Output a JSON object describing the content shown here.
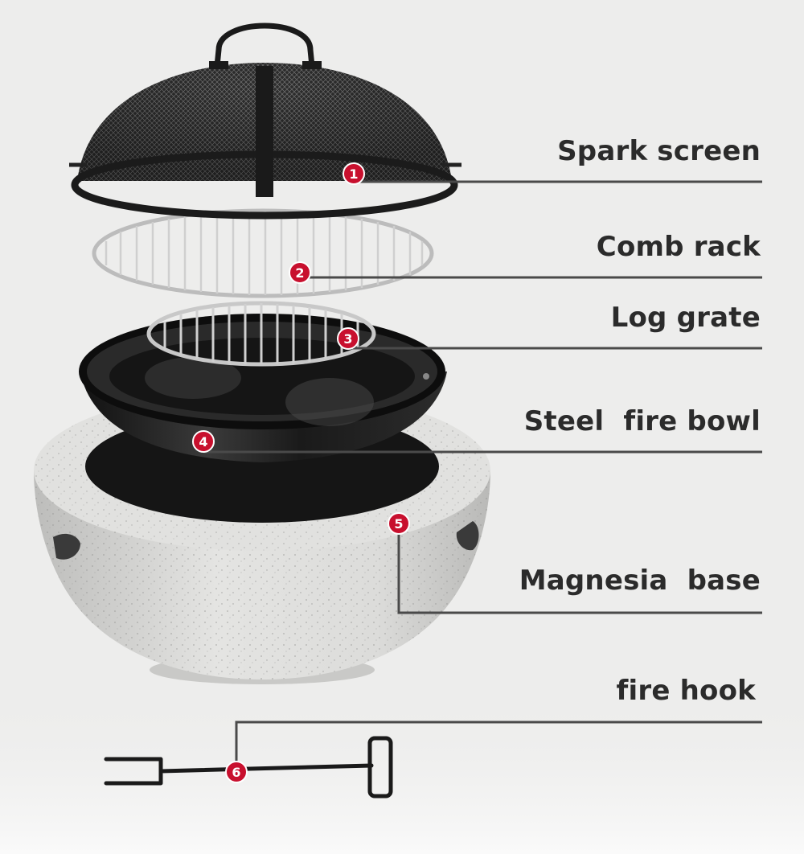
{
  "colors": {
    "background": "#ededec",
    "marker": "#c8102e",
    "leader_line": "#4a4a4a",
    "label_text": "#2b2b2b"
  },
  "parts": [
    {
      "number": "1",
      "label": "Spark screen"
    },
    {
      "number": "2",
      "label": "Comb rack"
    },
    {
      "number": "3",
      "label": "Log grate"
    },
    {
      "number": "4",
      "label": "Steel  fire bowl"
    },
    {
      "number": "5",
      "label": "Magnesia  base"
    },
    {
      "number": "6",
      "label": "fire hook"
    }
  ]
}
